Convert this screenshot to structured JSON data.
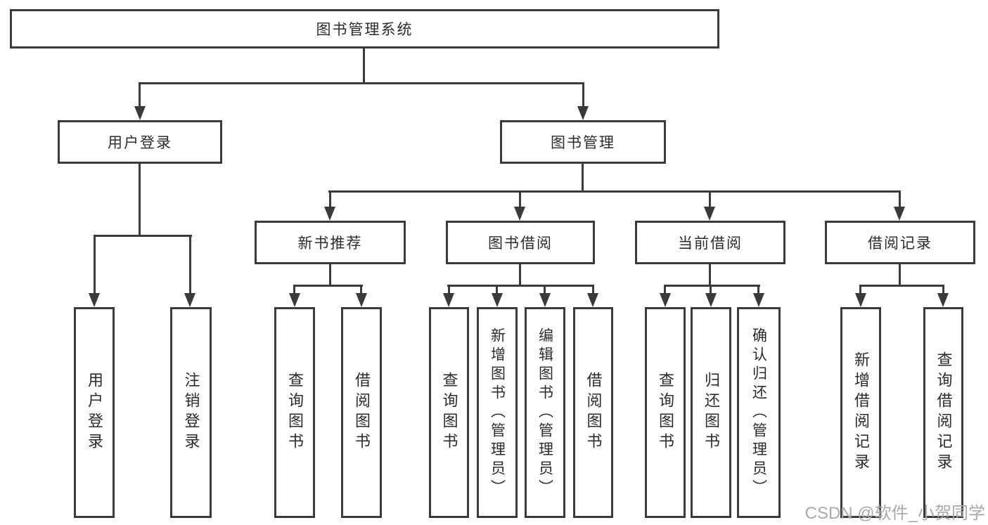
{
  "colors": {
    "line": "#3a3a3a",
    "text": "#2b2b2b",
    "box_bg": "#ffffff",
    "watermark": "#a9a9a9"
  },
  "root": {
    "label": "图书管理系统"
  },
  "branches": {
    "user_login": {
      "label": "用户登录",
      "children": [
        {
          "label": "用户登录"
        },
        {
          "label": "注销登录"
        }
      ]
    },
    "book_management": {
      "label": "图书管理",
      "sections": [
        {
          "label": "新书推荐",
          "children": [
            {
              "label": "查询图书"
            },
            {
              "label": "借阅图书"
            }
          ]
        },
        {
          "label": "图书借阅",
          "children": [
            {
              "label": "查询图书"
            },
            {
              "label": "新增图书（管理员）"
            },
            {
              "label": "编辑图书（管理员）"
            },
            {
              "label": "借阅图书"
            }
          ]
        },
        {
          "label": "当前借阅",
          "children": [
            {
              "label": "查询图书"
            },
            {
              "label": "归还图书"
            },
            {
              "label": "确认归还（管理员）"
            }
          ]
        },
        {
          "label": "借阅记录",
          "children": [
            {
              "label": "新增借阅记录"
            },
            {
              "label": "查询借阅记录"
            }
          ]
        }
      ]
    }
  },
  "watermark": {
    "text": "CSDN @软件_小贺同学"
  }
}
